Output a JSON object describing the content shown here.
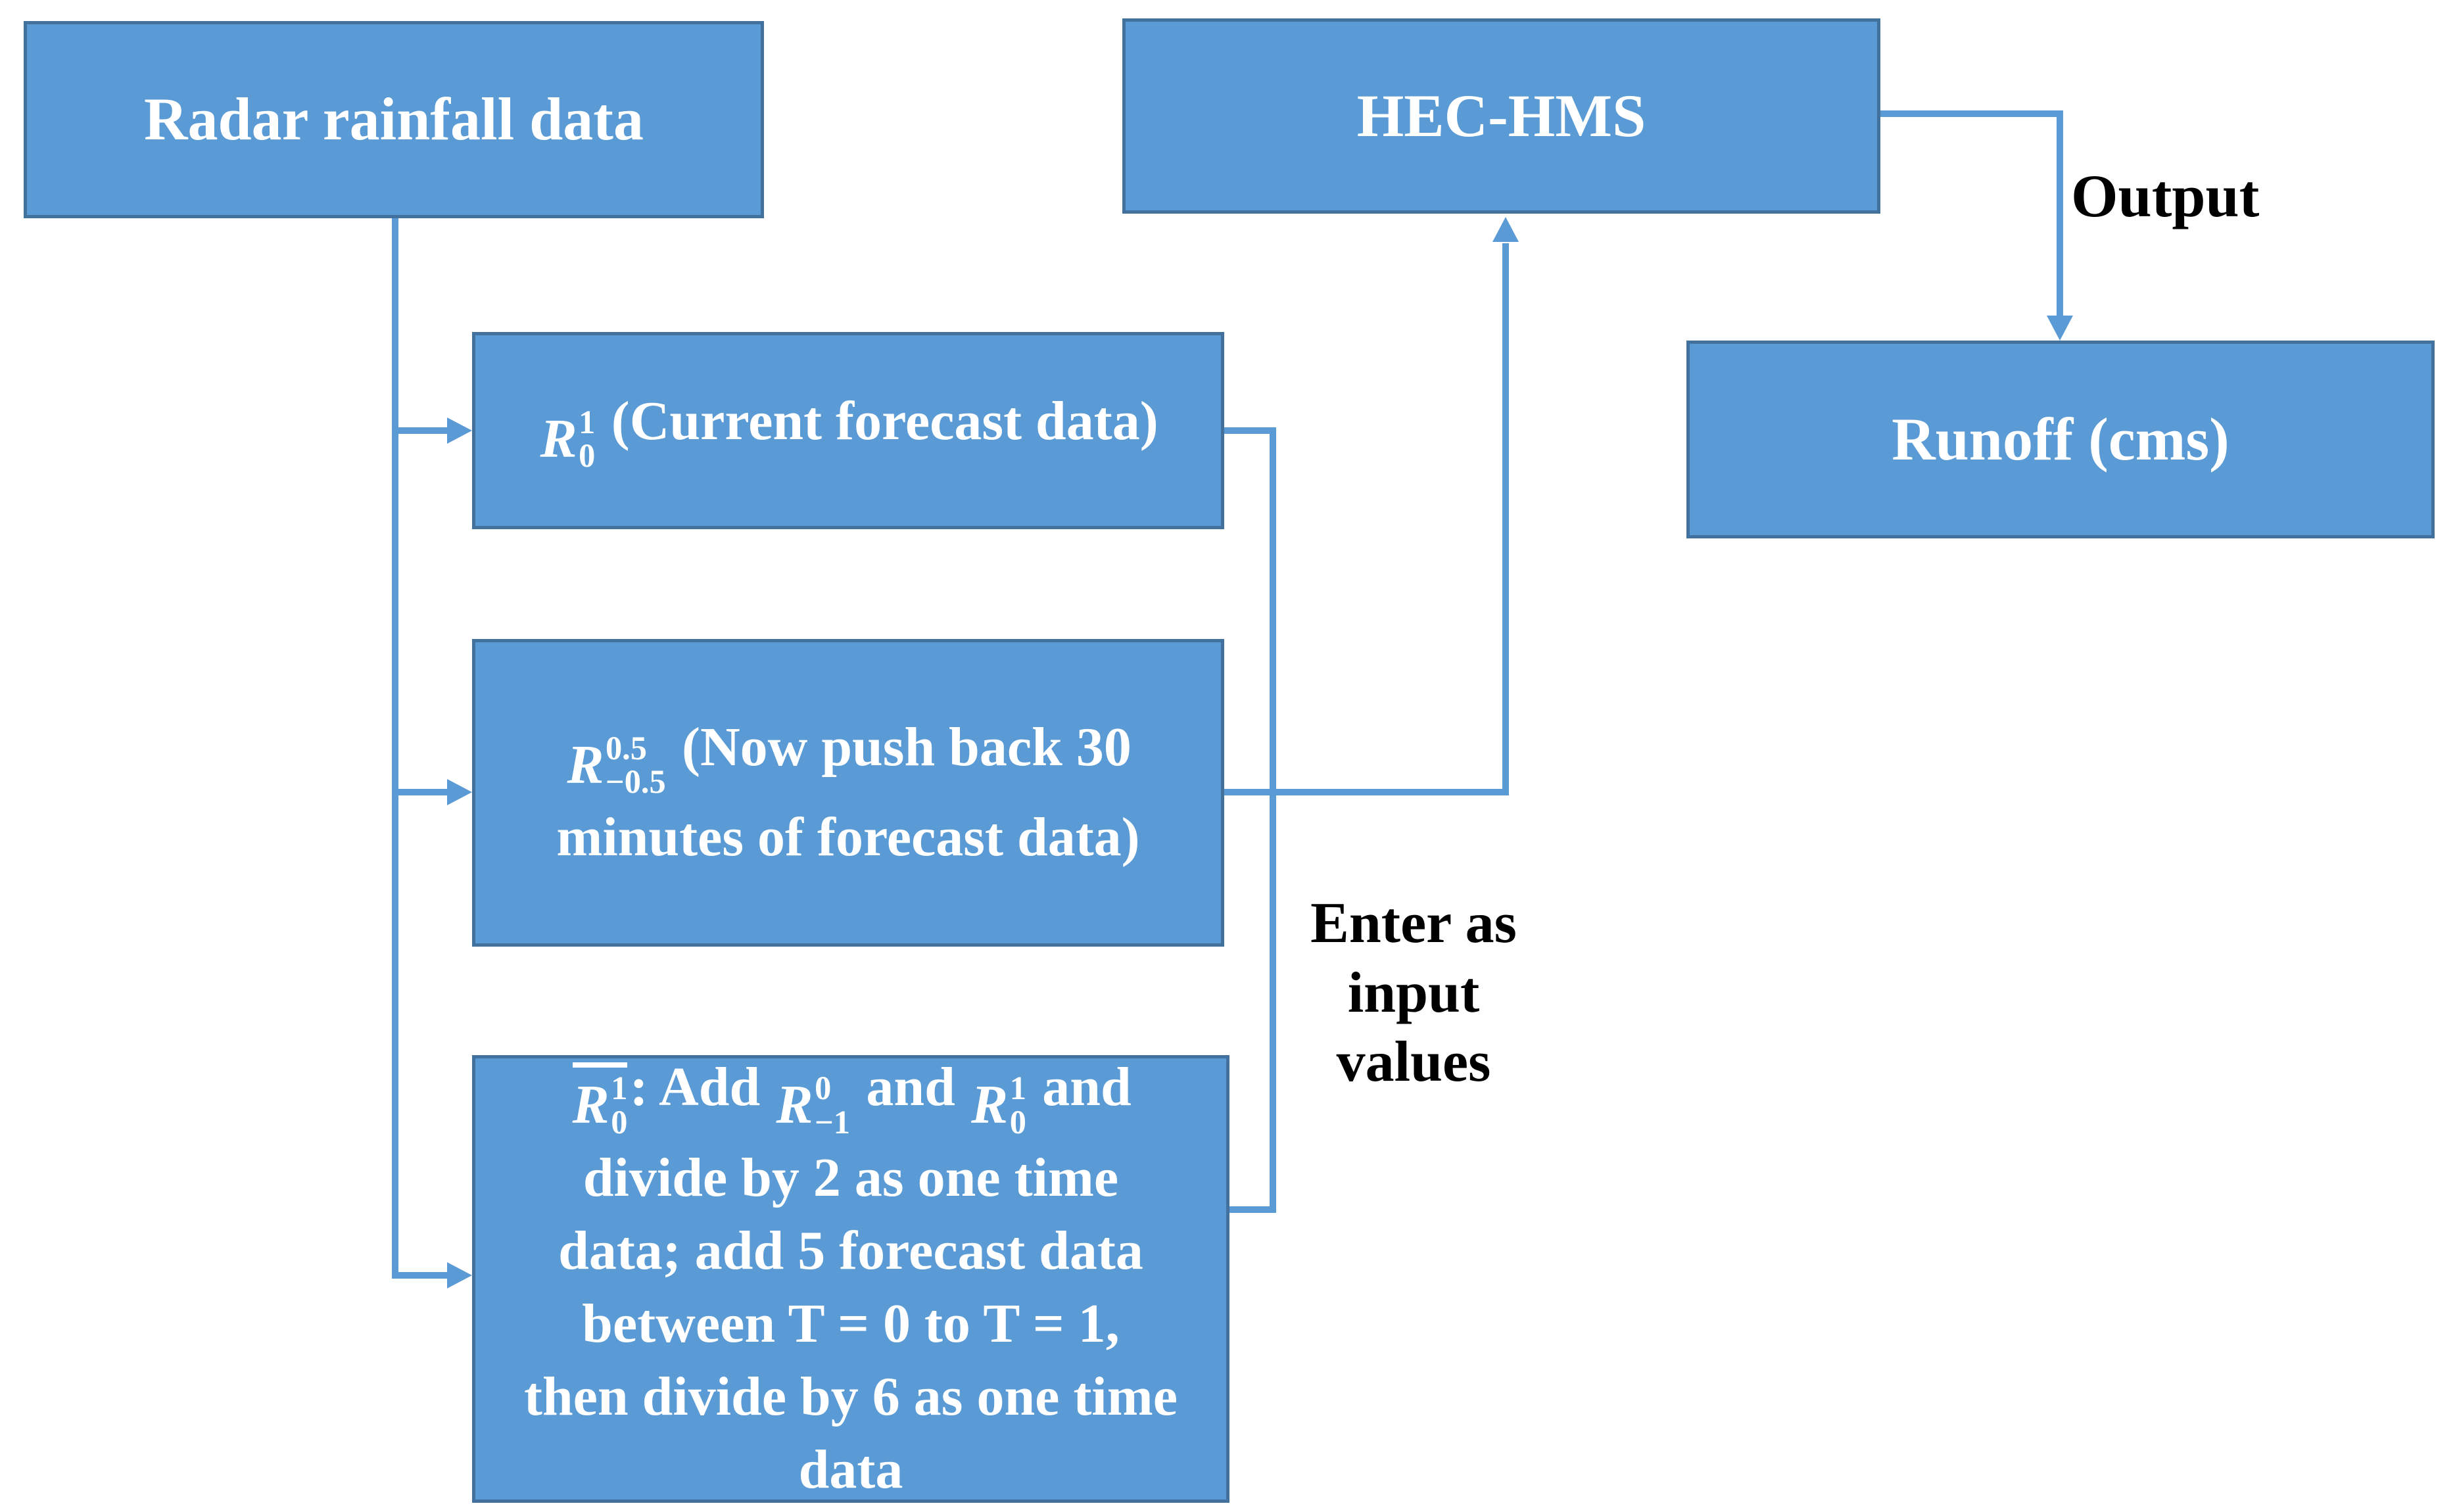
{
  "diagram": {
    "nodes": {
      "radar": {
        "label": "Radar rainfall data"
      },
      "hechms": {
        "label": "HEC-HMS"
      },
      "runoff": {
        "label": "Runoff (cms)"
      },
      "current": {
        "segments": [
          {
            "math": {
              "base": "R",
              "sup": "1",
              "sub": "0"
            }
          },
          {
            "text": " (Current forecast data)"
          }
        ]
      },
      "pushback": {
        "segments": [
          {
            "math": {
              "base": "R",
              "sup": "0.5",
              "sub": "−0.5"
            }
          },
          {
            "text": " (Now push back 30\nminutes of forecast data)"
          }
        ]
      },
      "averaged": {
        "segments": [
          {
            "math": {
              "base": "R",
              "sup": "1",
              "sub": "0",
              "bar": true
            }
          },
          {
            "text": ": Add "
          },
          {
            "math": {
              "base": "R",
              "sup": "0",
              "sub": "−1"
            }
          },
          {
            "text": " and "
          },
          {
            "math": {
              "base": "R",
              "sup": "1",
              "sub": "0"
            }
          },
          {
            "text": " and\ndivide by 2 as one time\ndata; add 5 forecast data\nbetween T = 0 to T = 1,\nthen divide by 6 as one time\ndata"
          }
        ]
      }
    },
    "labels": {
      "output": "Output",
      "enter_lines": [
        "Enter as",
        "input",
        "values"
      ]
    },
    "colors": {
      "box_fill": "#5B9BD5",
      "box_border": "#41719C",
      "connector": "#5B9BD5",
      "box_text": "#FFFFFF",
      "label_text": "#000000"
    }
  }
}
